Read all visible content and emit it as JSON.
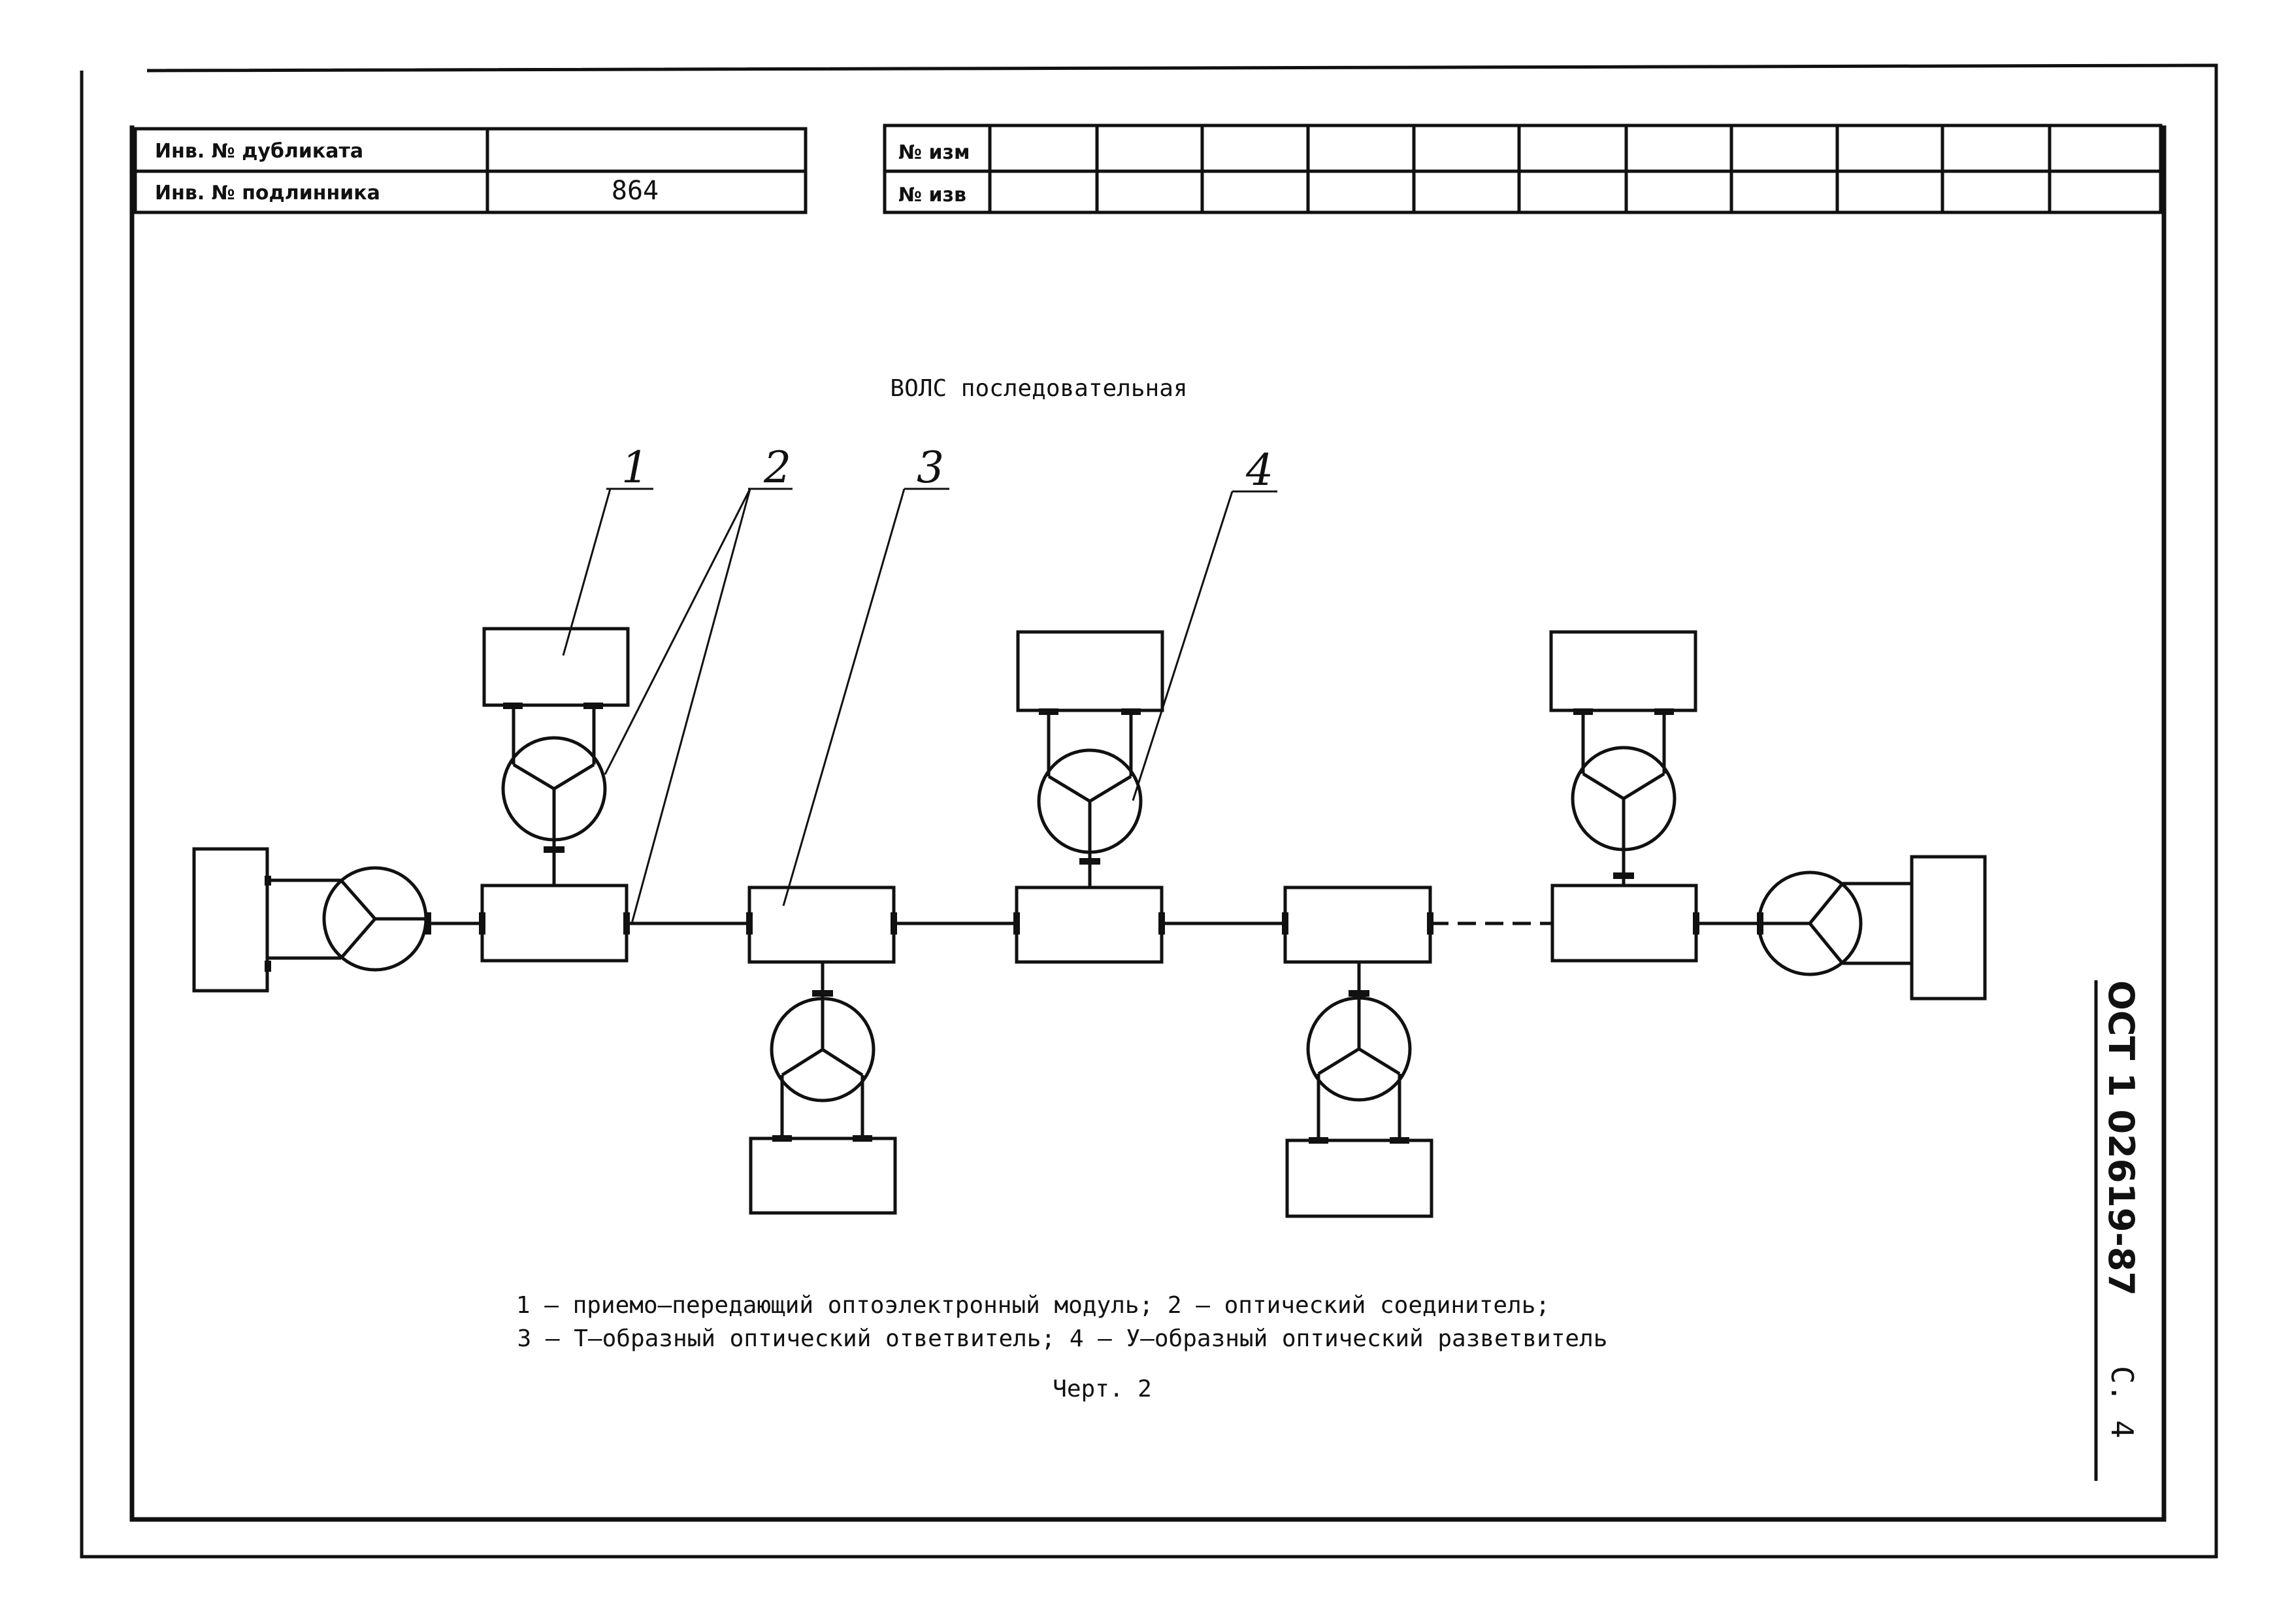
{
  "stamp_left": {
    "row1_label": "Инв. № дубликата",
    "row1_value": "",
    "row2_label": "Инв. № подлинника",
    "row2_value": "864"
  },
  "stamp_right": {
    "row1_label": "№ изм",
    "row2_label": "№ изв"
  },
  "diagram": {
    "title": "ВОЛС последовательная",
    "callouts": [
      "1",
      "2",
      "3",
      "4"
    ]
  },
  "legend": {
    "line1": "1 – приемо–передающий оптоэлектронный модуль; 2 – оптический соединитель;",
    "line2": "3 – Т–образный оптический ответвитель; 4 – У–образный оптический разветвитель"
  },
  "caption": "Черт. 2",
  "side": {
    "doc_code": "ОСТ 1 02619-87",
    "page": "С. 4"
  }
}
